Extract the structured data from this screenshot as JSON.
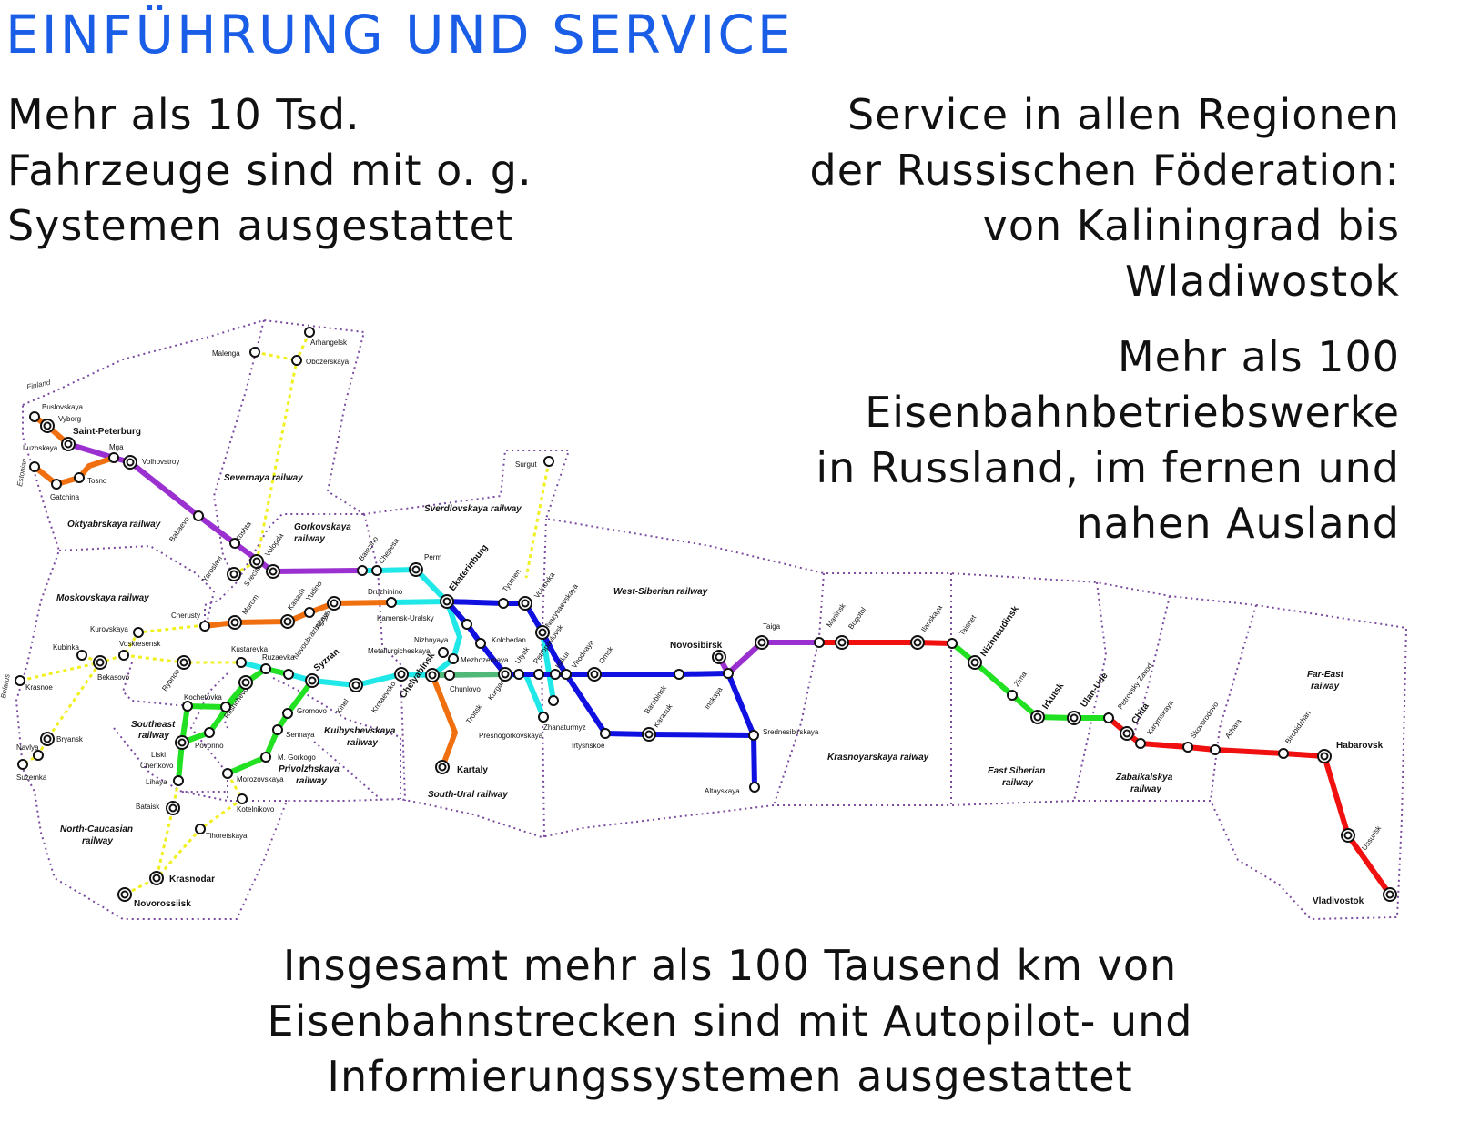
{
  "header": {
    "title": "EINFÜHRUNG UND SERVICE"
  },
  "left_text": [
    "Mehr als 10 Tsd.",
    "Fahrzeuge sind mit o. g.",
    "Systemen ausgestattet"
  ],
  "right_text_1": [
    "Service in allen Regionen",
    "der Russischen Föderation:",
    "von Kaliningrad bis",
    "Wladiwostok"
  ],
  "right_text_2": [
    "Mehr als 100",
    "Eisenbahnbetriebswerke",
    "in Russland, im fernen und",
    "nahen Ausland"
  ],
  "bottom_text": [
    "Insgesamt mehr als 100 Tausend km von",
    "Eisenbahnstrecken sind mit Autopilot- und",
    "Informierungssystemen ausgestattet"
  ],
  "map": {
    "countries": [
      "Finland",
      "Estonian",
      "Belarus"
    ],
    "regions": [
      {
        "name": "Oktyabrskaya railway"
      },
      {
        "name": "Severnaya railway"
      },
      {
        "name": "Gorkovskaya railway"
      },
      {
        "name": "Sverdlovskaya railway"
      },
      {
        "name": "Moskovskaya railway"
      },
      {
        "name": "West-Siberian railway"
      },
      {
        "name": "Southeast railway"
      },
      {
        "name": "Kuibyshevskaya railway"
      },
      {
        "name": "Privolzhskaya railway"
      },
      {
        "name": "South-Ural railway"
      },
      {
        "name": "North-Caucasian railway"
      },
      {
        "name": "Krasnoyarskaya raiway"
      },
      {
        "name": "East Siberian railway"
      },
      {
        "name": "Zabaikalskya railway"
      },
      {
        "name": "Far-East raiway"
      }
    ],
    "stations": [
      {
        "name": "Buslovskaya"
      },
      {
        "name": "Vyborg"
      },
      {
        "name": "Saint-Peterburg",
        "major": true
      },
      {
        "name": "Luzhskaya"
      },
      {
        "name": "Mga"
      },
      {
        "name": "Volhovstroy"
      },
      {
        "name": "Tosno"
      },
      {
        "name": "Gatchina"
      },
      {
        "name": "Malenga"
      },
      {
        "name": "Arhangelsk"
      },
      {
        "name": "Obozerskaya"
      },
      {
        "name": "Surgut"
      },
      {
        "name": "Babaevo"
      },
      {
        "name": "Koshta"
      },
      {
        "name": "Vologda"
      },
      {
        "name": "Yaroslavl"
      },
      {
        "name": "Svecha"
      },
      {
        "name": "Balezino"
      },
      {
        "name": "Chepesa"
      },
      {
        "name": "Perm"
      },
      {
        "name": "Ekaterinburg",
        "major": true
      },
      {
        "name": "Tyumen"
      },
      {
        "name": "Voinovka"
      },
      {
        "name": "Nazyvaevskaya"
      },
      {
        "name": "Druzhinino"
      },
      {
        "name": "Kamensk-Uralsky"
      },
      {
        "name": "Kolchedan"
      },
      {
        "name": "Cherusty"
      },
      {
        "name": "Murom"
      },
      {
        "name": "Kanash"
      },
      {
        "name": "Yudino"
      },
      {
        "name": "Agryz"
      },
      {
        "name": "Novoobrazhskaya"
      },
      {
        "name": "Kurovskaya"
      },
      {
        "name": "Kubinka"
      },
      {
        "name": "Voskresensk"
      },
      {
        "name": "Bekasovo"
      },
      {
        "name": "Krasnoe"
      },
      {
        "name": "Rybnoe"
      },
      {
        "name": "Kustarevka"
      },
      {
        "name": "Ruzaevka"
      },
      {
        "name": "Syzran",
        "major": true
      },
      {
        "name": "Kinel"
      },
      {
        "name": "Krotaevsko"
      },
      {
        "name": "Chelyabinsk",
        "major": true
      },
      {
        "name": "Chunlovo"
      },
      {
        "name": "Nizhnyaya"
      },
      {
        "name": "Metallurgicheskaya"
      },
      {
        "name": "Mezhozernaya"
      },
      {
        "name": "Troitsk"
      },
      {
        "name": "Kurgan"
      },
      {
        "name": "Utyak"
      },
      {
        "name": "Petropavlovsk"
      },
      {
        "name": "Zhanaturmyz"
      },
      {
        "name": "Isilkul"
      },
      {
        "name": "Vhodnaya"
      },
      {
        "name": "Omsk"
      },
      {
        "name": "Irtyshskoe"
      },
      {
        "name": "Presnogorkovskaya"
      },
      {
        "name": "Kartaly",
        "major": true
      },
      {
        "name": "Barabinsk"
      },
      {
        "name": "Karasuk"
      },
      {
        "name": "Novosibirsk",
        "major": true
      },
      {
        "name": "Inskaya"
      },
      {
        "name": "Srednesibirskaya"
      },
      {
        "name": "Altayskaya"
      },
      {
        "name": "Taiga"
      },
      {
        "name": "Mariinsk"
      },
      {
        "name": "Bogotol"
      },
      {
        "name": "Ilanskaya"
      },
      {
        "name": "Taishet"
      },
      {
        "name": "Nizhneudinsk",
        "major": true
      },
      {
        "name": "Zima"
      },
      {
        "name": "Irkutsk",
        "major": true
      },
      {
        "name": "Ulan-Ude",
        "major": true
      },
      {
        "name": "Petrovsky Zavod"
      },
      {
        "name": "Chita",
        "major": true
      },
      {
        "name": "Karymskaya"
      },
      {
        "name": "Skovorodovo"
      },
      {
        "name": "Arhara"
      },
      {
        "name": "Birobidzhan"
      },
      {
        "name": "Habarovsk",
        "major": true
      },
      {
        "name": "Ussurisk"
      },
      {
        "name": "Vladivostok",
        "major": true
      },
      {
        "name": "Kochetovka"
      },
      {
        "name": "Rtishchevo"
      },
      {
        "name": "Povorino"
      },
      {
        "name": "Liski"
      },
      {
        "name": "Chertkovo"
      },
      {
        "name": "Lihaya"
      },
      {
        "name": "Gromovo"
      },
      {
        "name": "Sennaya"
      },
      {
        "name": "M. Gorkogo"
      },
      {
        "name": "Morozovskaya"
      },
      {
        "name": "Kotelnikovo"
      },
      {
        "name": "Bataisk"
      },
      {
        "name": "Tihoretskaya"
      },
      {
        "name": "Krasnodar",
        "major": true
      },
      {
        "name": "Novorossiisk",
        "major": true
      },
      {
        "name": "Bryansk"
      },
      {
        "name": "Navlya"
      },
      {
        "name": "Suzemka"
      }
    ],
    "line_colors": {
      "oktyabrskaya_purple": "#9b30d0",
      "orange": "#f07010",
      "cyan": "#20e8e8",
      "blue": "#1010e0",
      "green": "#22e022",
      "teal_green": "#50b878",
      "red": "#f01010",
      "yellow_dotted": "#f0f020",
      "border_dotted": "#7a4aa0"
    }
  }
}
